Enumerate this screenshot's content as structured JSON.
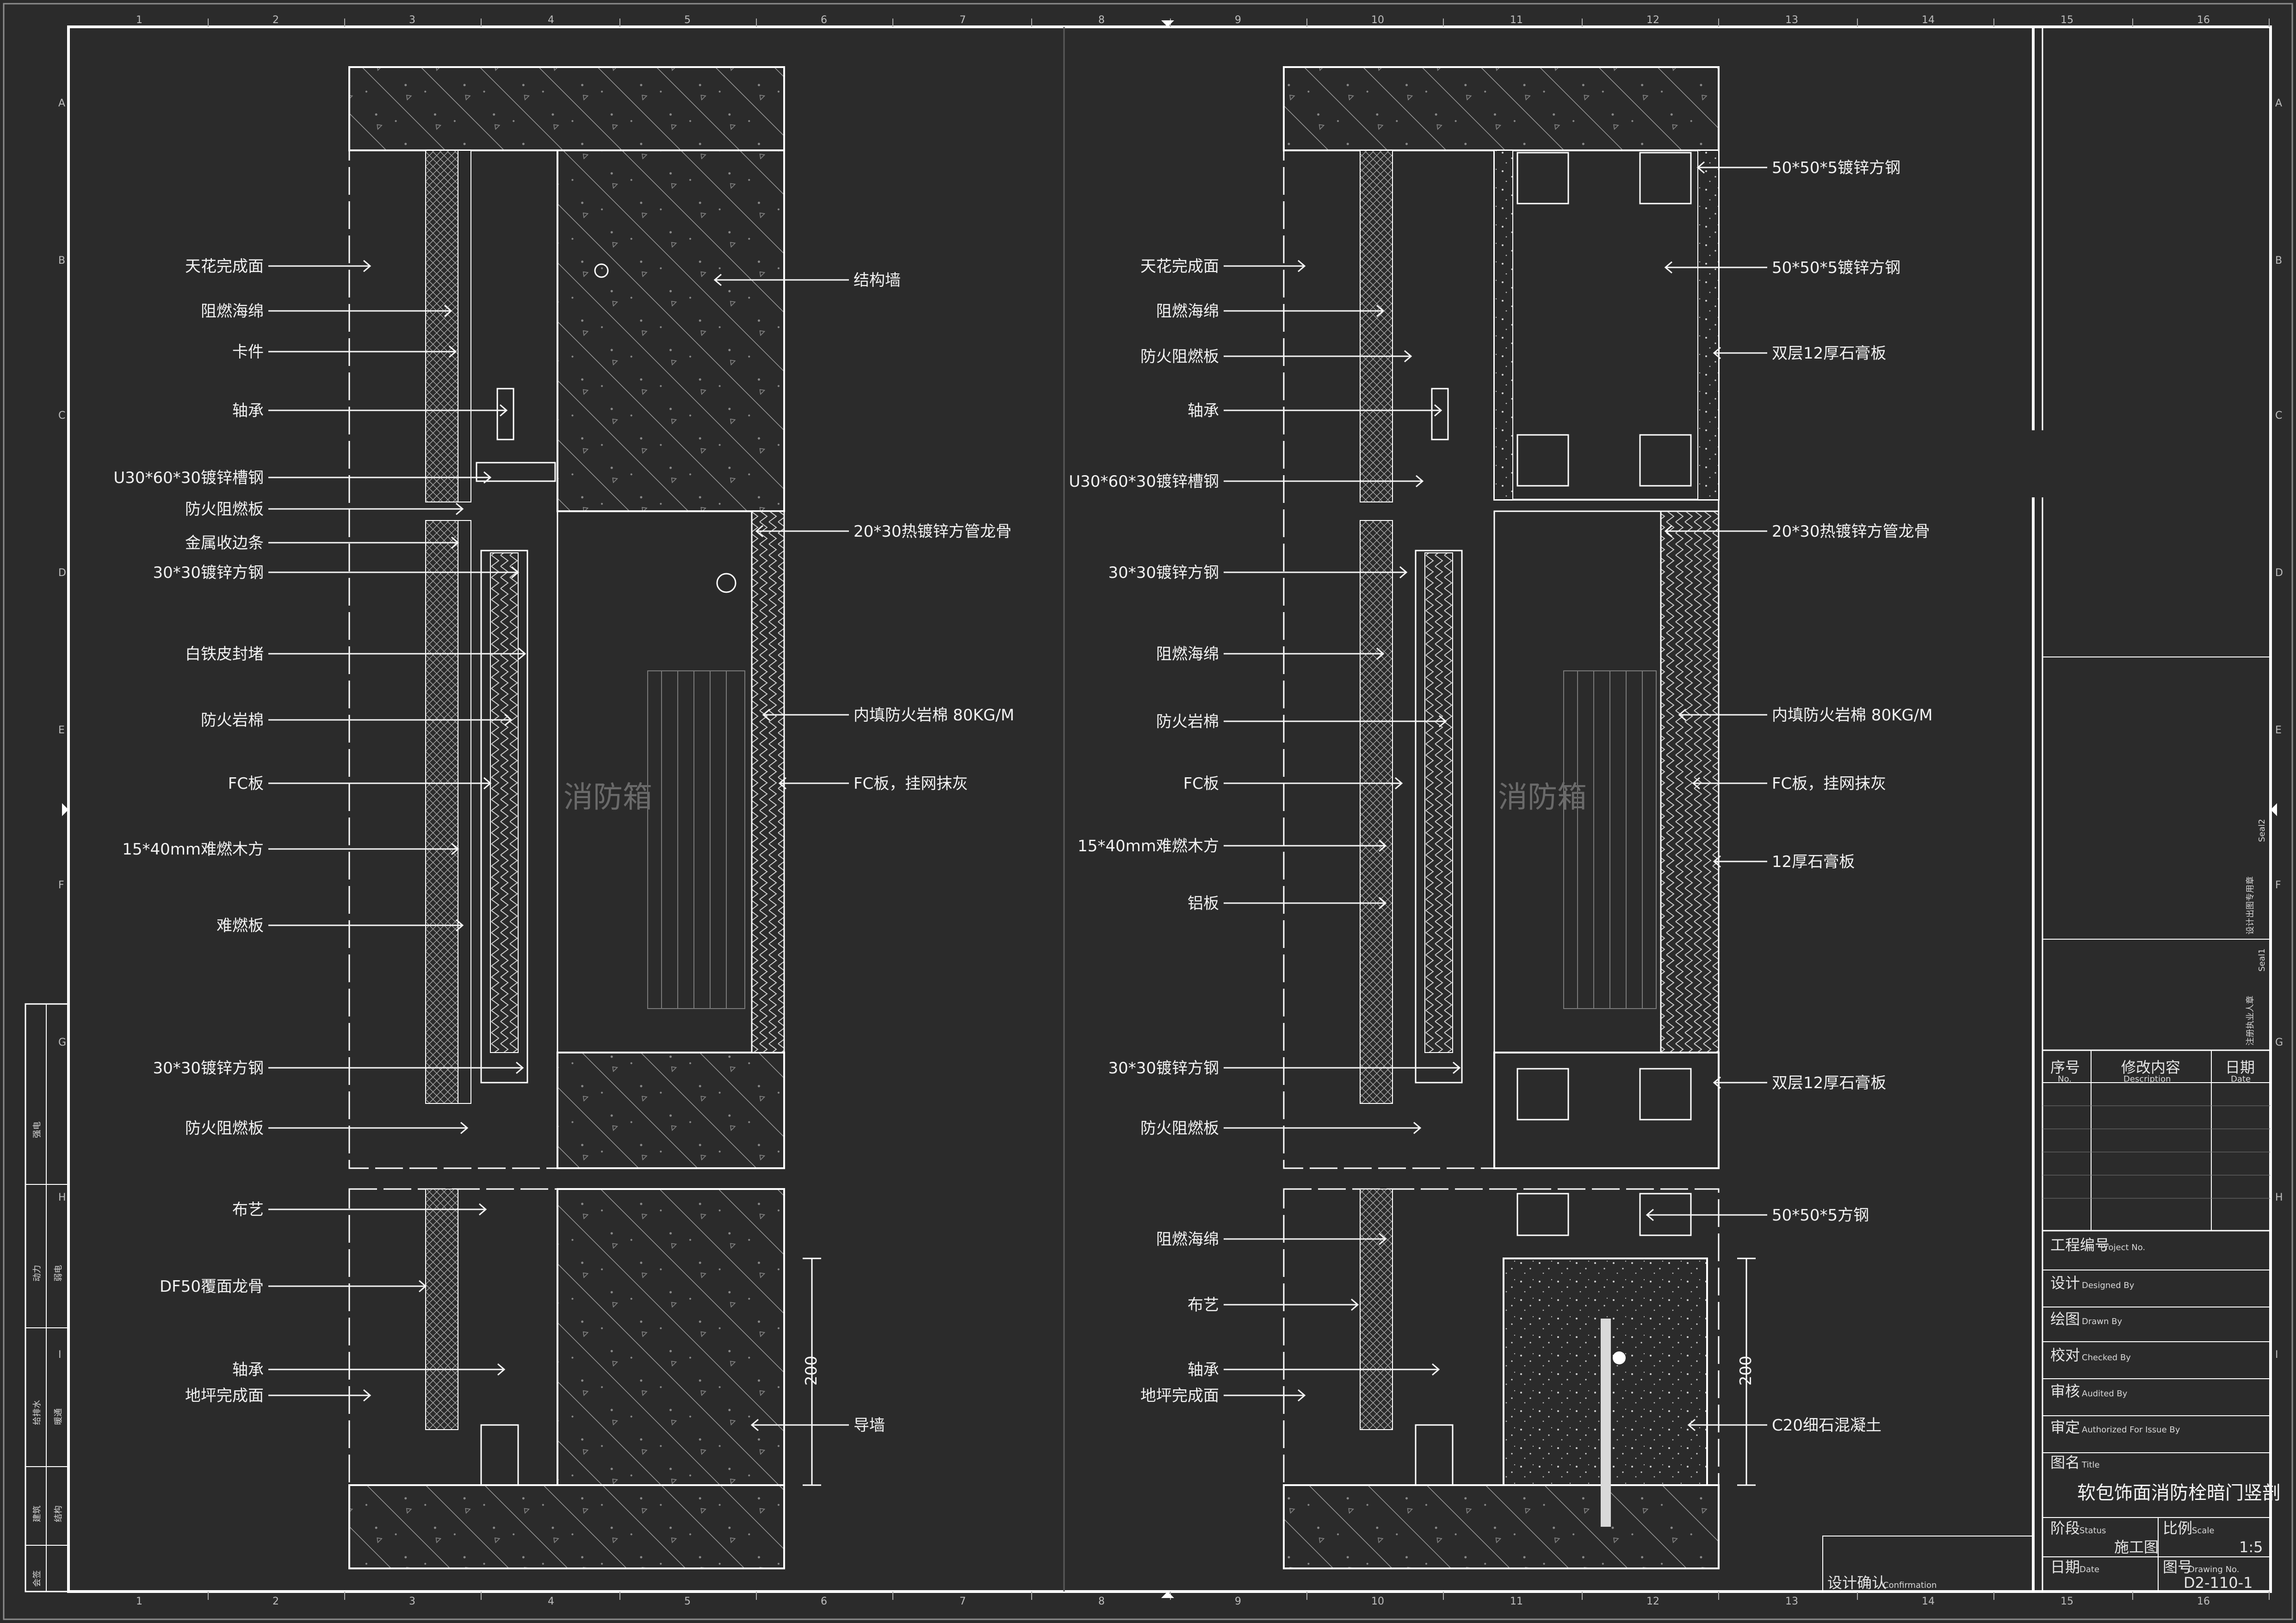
{
  "colors": {
    "background": "#2b2b2b",
    "line": "#ffffff",
    "hatch": "#bdbdbd",
    "leader": "#f5f5f5",
    "ghost_text": "#6a6a6a"
  },
  "grid": {
    "columns": [
      "1",
      "2",
      "3",
      "4",
      "5",
      "6",
      "7",
      "8",
      "9",
      "10",
      "11",
      "12",
      "13",
      "14",
      "15",
      "16"
    ],
    "rows": [
      "A",
      "B",
      "C",
      "D",
      "E",
      "F",
      "G",
      "H",
      "I"
    ]
  },
  "left_section": {
    "ghost_label": "消防箱",
    "labels_left": [
      "天花完成面",
      "阻燃海绵",
      "卡件",
      "轴承",
      "U30*60*30镀锌槽钢",
      "防火阻燃板",
      "金属收边条",
      "30*30镀锌方钢",
      "白铁皮封堵",
      "防火岩棉",
      "FC板",
      "15*40mm难燃木方",
      "难燃板",
      "30*30镀锌方钢",
      "防火阻燃板",
      "布艺",
      "DF50覆面龙骨",
      "轴承",
      "地坪完成面"
    ],
    "labels_right": [
      "结构墙",
      "20*30热镀锌方管龙骨",
      "内填防火岩棉  80KG/M",
      "FC板，挂网抹灰",
      "导墙"
    ],
    "dimension": "200"
  },
  "right_section": {
    "ghost_label": "消防箱",
    "labels_left": [
      "天花完成面",
      "阻燃海绵",
      "防火阻燃板",
      "轴承",
      "U30*60*30镀锌槽钢",
      "30*30镀锌方钢",
      "阻燃海绵",
      "防火岩棉",
      "FC板",
      "15*40mm难燃木方",
      "铝板",
      "30*30镀锌方钢",
      "防火阻燃板",
      "阻燃海绵",
      "布艺",
      "轴承",
      "地坪完成面"
    ],
    "labels_right": [
      "50*50*5镀锌方钢",
      "50*50*5镀锌方钢",
      "双层12厚石膏板",
      "20*30热镀锌方管龙骨",
      "内填防火岩棉  80KG/M",
      "FC板，挂网抹灰",
      "12厚石膏板",
      "双层12厚石膏板",
      "50*50*5方钢",
      "C20细石混凝土"
    ],
    "dimension": "200"
  },
  "side_stamp": {
    "cells": [
      "强电",
      "动力",
      "弱电",
      "给排水",
      "暖通",
      "建筑",
      "结构",
      "会签"
    ]
  },
  "title_block": {
    "seal2_label": "Seal2",
    "seal2_text": "设计出图专用章",
    "seal1_label": "Seal1",
    "seal1_text": "注册执业人章",
    "revision_header": {
      "no_cn": "序号",
      "no_en": "No.",
      "desc_cn": "修改内容",
      "desc_en": "Description",
      "date_cn": "日期",
      "date_en": "Date"
    },
    "project_no": {
      "cn": "工程编号",
      "en": "Project No."
    },
    "designed_by": {
      "cn": "设计",
      "en": "Designed By"
    },
    "drawn_by": {
      "cn": "绘图",
      "en": "Drawn By"
    },
    "checked_by": {
      "cn": "校对",
      "en": "Checked By"
    },
    "audited_by": {
      "cn": "审核",
      "en": "Audited By"
    },
    "authorized_by": {
      "cn": "审定",
      "en": "Authorized For Issue By"
    },
    "title": {
      "cn": "图名",
      "en": "Title",
      "value": "软包饰面消防栓暗门竖剖"
    },
    "status": {
      "cn": "阶段",
      "en": "Status",
      "value": "施工图"
    },
    "scale": {
      "cn": "比例",
      "en": "Scale",
      "value": "1:5"
    },
    "date": {
      "cn": "日期",
      "en": "Date"
    },
    "drawing_no": {
      "cn": "图号",
      "en": "Drawing No.",
      "value": "D2-110-1"
    },
    "confirmation": {
      "cn": "设计确认",
      "en": "Confirmation"
    }
  }
}
